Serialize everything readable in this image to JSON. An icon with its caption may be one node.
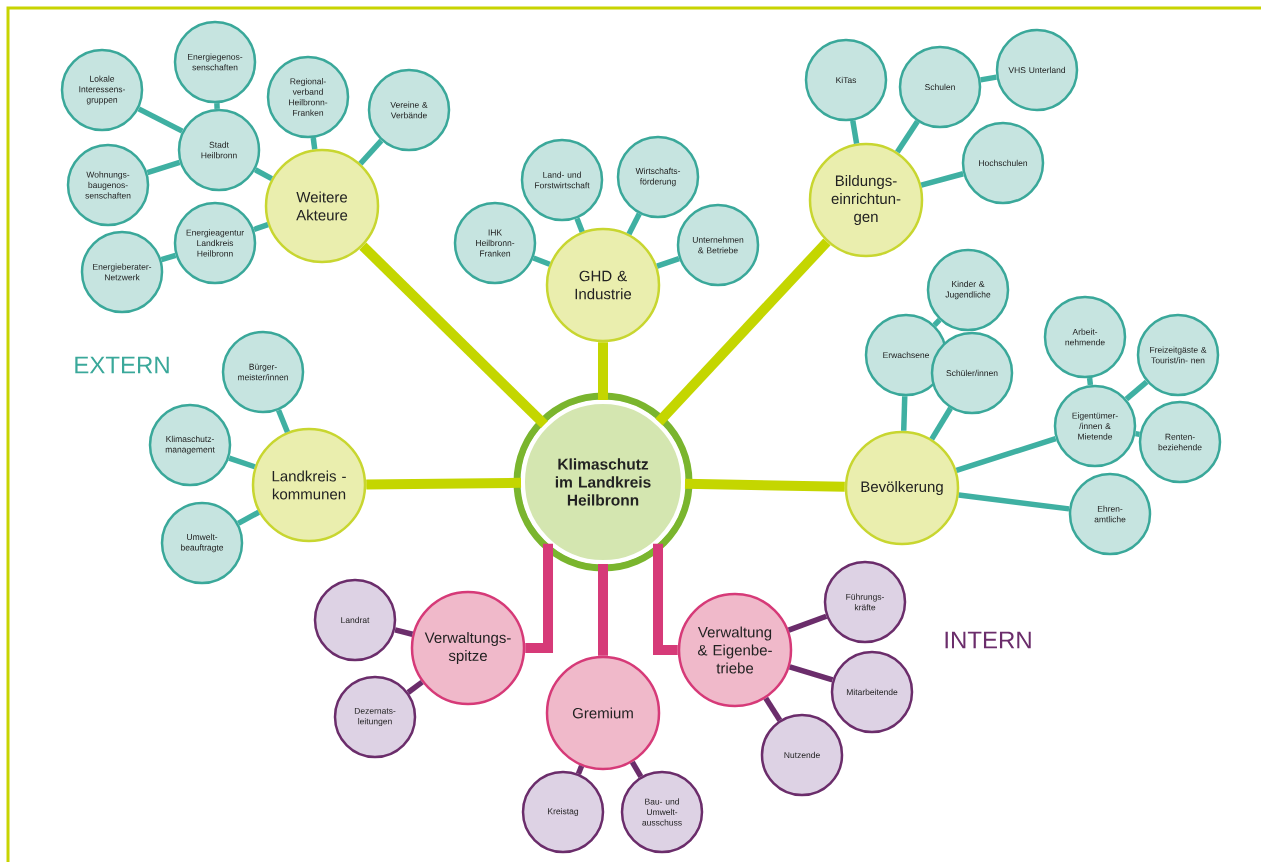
{
  "diagram": {
    "nodes": [
      {
        "text": [
          "Klimaschutz im Landkreis Heilbronn"
        ]
      },
      {
        "text": [
          "Weitere Akteure"
        ]
      },
      {
        "text": [
          "Lokale Interessens- gruppen"
        ]
      },
      {
        "text": [
          "Energiegenos- senschaften"
        ]
      },
      {
        "text": [
          "Regional- verband Heilbronn- Franken"
        ]
      },
      {
        "text": [
          "Vereine & Verbände"
        ]
      },
      {
        "text": [
          "Stadt Heilbronn"
        ]
      },
      {
        "text": [
          "Wohnungs- baugenos- senschaften"
        ]
      },
      {
        "text": [
          "Energieagentur Landkreis Heilbronn"
        ]
      },
      {
        "text": [
          "Energieberater- Netzwerk"
        ]
      },
      {
        "text": [
          "GHD & Industrie"
        ]
      },
      {
        "text": [
          "IHK Heilbronn- Franken"
        ]
      },
      {
        "text": [
          "Land- und Forstwirtschaft"
        ]
      },
      {
        "text": [
          "Wirtschafts- förderung"
        ]
      },
      {
        "text": [
          "Unternehmen & Betriebe"
        ]
      },
      {
        "text": [
          "Bildungs- einrichtun- gen"
        ]
      },
      {
        "text": [
          "KiTas"
        ]
      },
      {
        "text": [
          "Schulen"
        ]
      },
      {
        "text": [
          "VHS Unterland"
        ]
      },
      {
        "text": [
          "Hochschulen"
        ]
      },
      {
        "text": [
          "Landkreis - kommunen"
        ]
      },
      {
        "text": [
          "Bürger- meister/innen"
        ]
      },
      {
        "text": [
          "Klimaschutz- management"
        ]
      },
      {
        "text": [
          "Umwelt- beauftragte"
        ]
      },
      {
        "text": [
          "Bevölkerung"
        ]
      },
      {
        "text": [
          "Erwachsene"
        ]
      },
      {
        "text": [
          "Kinder & Jugendliche"
        ]
      },
      {
        "text": [
          "Schüler/innen"
        ]
      },
      {
        "text": [
          "Arbeit- nehmende"
        ]
      },
      {
        "text": [
          "Eigentümer- /innen & Mietende"
        ]
      },
      {
        "text": [
          "Freizeitgäste & Tourist/in- nen"
        ]
      },
      {
        "text": [
          "Renten- beziehende"
        ]
      },
      {
        "text": [
          "Ehren- amtliche"
        ]
      },
      {
        "text": [
          "Verwaltungs- spitze"
        ]
      },
      {
        "text": [
          "Landrat"
        ]
      },
      {
        "text": [
          "Dezernats- leitungen"
        ]
      },
      {
        "text": [
          "Gremium"
        ]
      },
      {
        "text": [
          "Kreistag"
        ]
      },
      {
        "text": [
          "Bau- und Umwelt- ausschuss"
        ]
      },
      {
        "text": [
          "Verwaltung & Eigenbe- triebe"
        ]
      },
      {
        "text": [
          "Führungs- kräfte"
        ]
      },
      {
        "text": [
          "Mitarbeitende"
        ]
      },
      {
        "text": [
          "Nutzende"
        ]
      }
    ],
    "edges": [
      {
        "from": 0,
        "to": 1,
        "arrow": "none",
        "style": "thick",
        "color": "#c4d600"
      },
      {
        "from": 0,
        "to": 10,
        "arrow": "none",
        "style": "thick",
        "color": "#c4d600"
      },
      {
        "from": 0,
        "to": 15,
        "arrow": "none",
        "style": "thick",
        "color": "#c4d600"
      },
      {
        "from": 0,
        "to": 20,
        "arrow": "none",
        "style": "thick",
        "color": "#c4d600"
      },
      {
        "from": 0,
        "to": 24,
        "arrow": "none",
        "style": "thick",
        "color": "#c4d600"
      },
      {
        "from": 0,
        "to": 33,
        "arrow": "none",
        "style": "thick",
        "color": "#d63a78"
      },
      {
        "from": 0,
        "to": 36,
        "arrow": "none",
        "style": "thick",
        "color": "#d63a78"
      },
      {
        "from": 0,
        "to": 39,
        "arrow": "none",
        "style": "thick",
        "color": "#d63a78"
      },
      {
        "from": 6,
        "to": 2,
        "arrow": "none"
      },
      {
        "from": 6,
        "to": 3,
        "arrow": "none"
      },
      {
        "from": 1,
        "to": 4,
        "arrow": "none"
      },
      {
        "from": 1,
        "to": 5,
        "arrow": "none"
      },
      {
        "from": 1,
        "to": 6,
        "arrow": "none"
      },
      {
        "from": 6,
        "to": 7,
        "arrow": "none"
      },
      {
        "from": 1,
        "to": 8,
        "arrow": "none"
      },
      {
        "from": 8,
        "to": 9,
        "arrow": "none"
      },
      {
        "from": 10,
        "to": 11,
        "arrow": "none"
      },
      {
        "from": 10,
        "to": 12,
        "arrow": "none"
      },
      {
        "from": 10,
        "to": 13,
        "arrow": "none"
      },
      {
        "from": 10,
        "to": 14,
        "arrow": "none"
      },
      {
        "from": 15,
        "to": 16,
        "arrow": "none"
      },
      {
        "from": 15,
        "to": 17,
        "arrow": "none"
      },
      {
        "from": 17,
        "to": 18,
        "arrow": "none"
      },
      {
        "from": 15,
        "to": 19,
        "arrow": "none"
      },
      {
        "from": 20,
        "to": 21,
        "arrow": "none"
      },
      {
        "from": 20,
        "to": 22,
        "arrow": "none"
      },
      {
        "from": 20,
        "to": 23,
        "arrow": "none"
      },
      {
        "from": 24,
        "to": 25,
        "arrow": "none"
      },
      {
        "from": 25,
        "to": 26,
        "arrow": "none"
      },
      {
        "from": 24,
        "to": 27,
        "arrow": "none"
      },
      {
        "from": 29,
        "to": 28,
        "arrow": "none"
      },
      {
        "from": 24,
        "to": 29,
        "arrow": "none"
      },
      {
        "from": 29,
        "to": 30,
        "arrow": "none"
      },
      {
        "from": 29,
        "to": 31,
        "arrow": "none"
      },
      {
        "from": 24,
        "to": 32,
        "arrow": "none"
      },
      {
        "from": 33,
        "to": 34,
        "arrow": "none",
        "color": "#6b2d6b"
      },
      {
        "from": 33,
        "to": 35,
        "arrow": "none",
        "color": "#6b2d6b"
      },
      {
        "from": 36,
        "to": 37,
        "arrow": "none",
        "color": "#6b2d6b"
      },
      {
        "from": 36,
        "to": 38,
        "arrow": "none",
        "color": "#6b2d6b"
      },
      {
        "from": 39,
        "to": 40,
        "arrow": "none",
        "color": "#6b2d6b"
      },
      {
        "from": 39,
        "to": 41,
        "arrow": "none",
        "color": "#6b2d6b"
      },
      {
        "from": 39,
        "to": 42,
        "arrow": "none",
        "color": "#6b2d6b"
      }
    ],
    "labels": [
      "EXTERN",
      "INTERN"
    ]
  }
}
